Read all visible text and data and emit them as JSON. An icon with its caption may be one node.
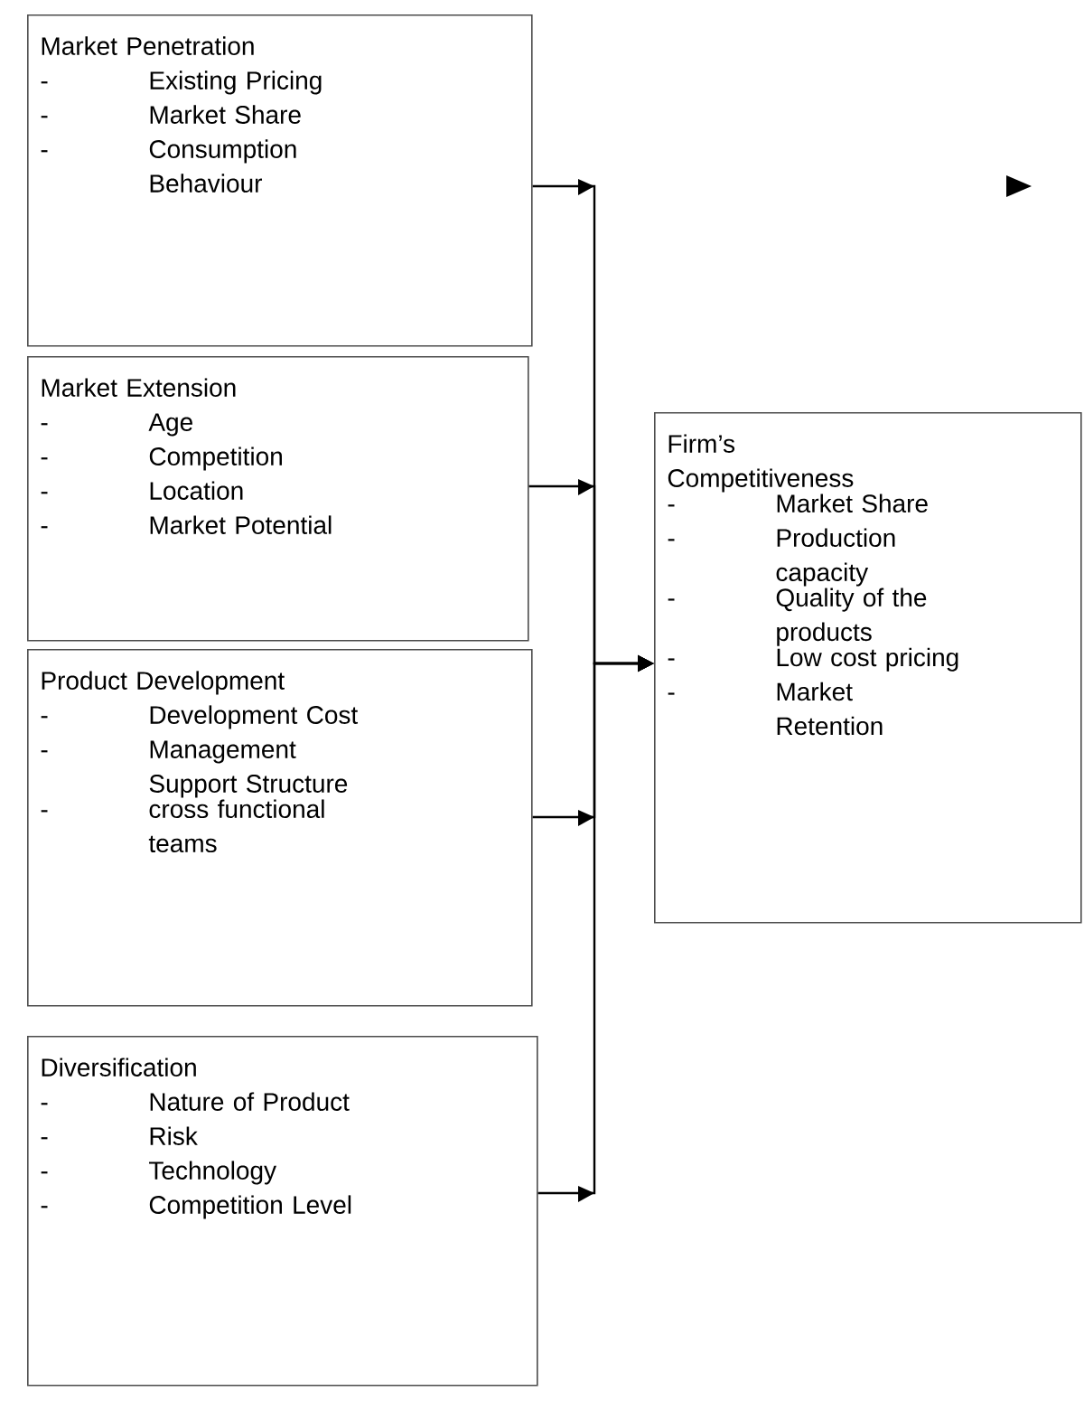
{
  "diagram": {
    "nodes": [
      {
        "text": [
          "Market Penetration",
          "-",
          "Existing Pricing",
          "-",
          "Market Share",
          "-",
          "Consumption Behaviour"
        ]
      },
      {
        "text": [
          "Market Extension",
          "-",
          "Age",
          "-",
          "Competition",
          "-",
          "Location",
          "-",
          "Market Potential"
        ]
      },
      {
        "text": [
          "Product Development",
          "-",
          "Development Cost",
          "-",
          "Management Support Structure",
          "-",
          "cross functional teams"
        ]
      },
      {
        "text": [
          "Diversification",
          "-",
          "Nature of Product",
          "-",
          "Risk",
          "-",
          "Technology",
          "-",
          "Competition Level"
        ]
      },
      {
        "text": [
          "Firm’s Competitiveness",
          "-",
          "Market Share",
          "-",
          "Production capacity",
          "-",
          "Quality of the products",
          "-",
          "Low cost pricing",
          "-",
          "Market Retention"
        ]
      }
    ],
    "edges": [
      {
        "from": 0,
        "to": 4,
        "arrow": "to"
      },
      {
        "from": 1,
        "to": 4,
        "arrow": "to"
      },
      {
        "from": 2,
        "to": 4,
        "arrow": "to"
      },
      {
        "from": 3,
        "to": 4,
        "arrow": "to"
      }
    ]
  }
}
